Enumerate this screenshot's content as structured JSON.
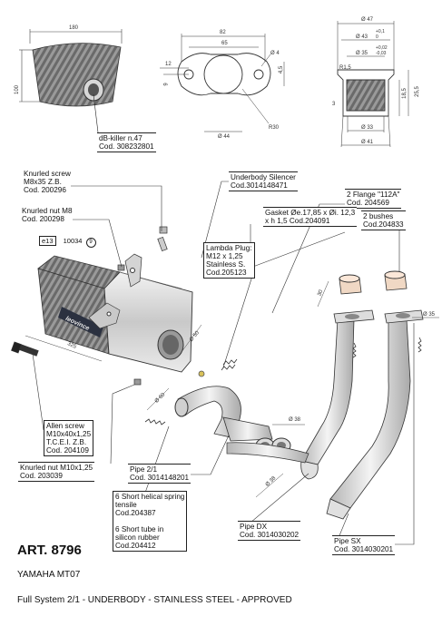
{
  "title": "ART. 8796",
  "model": "YAMAHA MT07",
  "description": "Full System  2/1 - UNDERBODY - STAINLESS STEEL - APPROVED",
  "dims_top": {
    "d180": "180",
    "d100": "100",
    "d82": "82",
    "d65": "65",
    "d12": "12",
    "d9": "9",
    "d4": "Ø 4",
    "d45": "4,5",
    "r30": "R30",
    "d44": "Ø 44",
    "d47": "Ø 47",
    "d43": "Ø 43",
    "d43tol": "+0,1\n0",
    "d35": "Ø 35",
    "d35tol": "+0,02\n-0,03",
    "r15": "R1,5",
    "d255": "25,5",
    "d185": "18,5",
    "d3": "3",
    "d33": "Ø 33",
    "d41": "Ø 41"
  },
  "dbkiller": {
    "line1": "dB-killer n.47",
    "line2": "Cod. 308232801"
  },
  "badge": {
    "e13": "e13",
    "num": "10034",
    "circle": "9"
  },
  "labels": {
    "knurled_screw": [
      "Knurled screw",
      "M8x35 Z.B.",
      "Cod. 200296"
    ],
    "knurled_nut_m8": [
      "Knurled nut M8",
      "Cod. 200298"
    ],
    "underbody": [
      "Underbody Silencer",
      "Cod.3014148471"
    ],
    "flange": [
      "2 Flange \"112A\"",
      "Cod. 204569"
    ],
    "bushes": [
      "2 bushes",
      "Cod.204833"
    ],
    "gasket": [
      "Gasket Øe.17,85 x Øi. 12,3",
      "x h 1,5 Cod.204091"
    ],
    "lambda": [
      "Lambda Plug:",
      "M12 x 1,25",
      "Stainless S.",
      "Cod.205123"
    ],
    "allen": [
      "Allen screw",
      "M10x40x1,25",
      "T.C.E.I. Z.B.",
      "Cod. 204109"
    ],
    "knurled_nut_m10": [
      "Knurled nut M10x1,25",
      "Cod. 203039"
    ],
    "pipe21": [
      "Pipe 2/1",
      "Cod. 3014148201"
    ],
    "springs": [
      "6 Short helical spring",
      "tensile",
      "Cod.204387",
      "",
      "6 Short tube in",
      "silicon rubber",
      "Cod.204412"
    ],
    "pipedx": [
      "Pipe DX",
      "Cod. 3014030202"
    ],
    "pipesx": [
      "Pipe SX",
      "Cod. 3014030201"
    ]
  },
  "dims_main": {
    "d325": "325",
    "d50": "Ø 50",
    "d60": "Ø 60",
    "d38a": "Ø 38",
    "d38b": "Ø 38",
    "d35": "Ø 35",
    "d30": "30"
  }
}
